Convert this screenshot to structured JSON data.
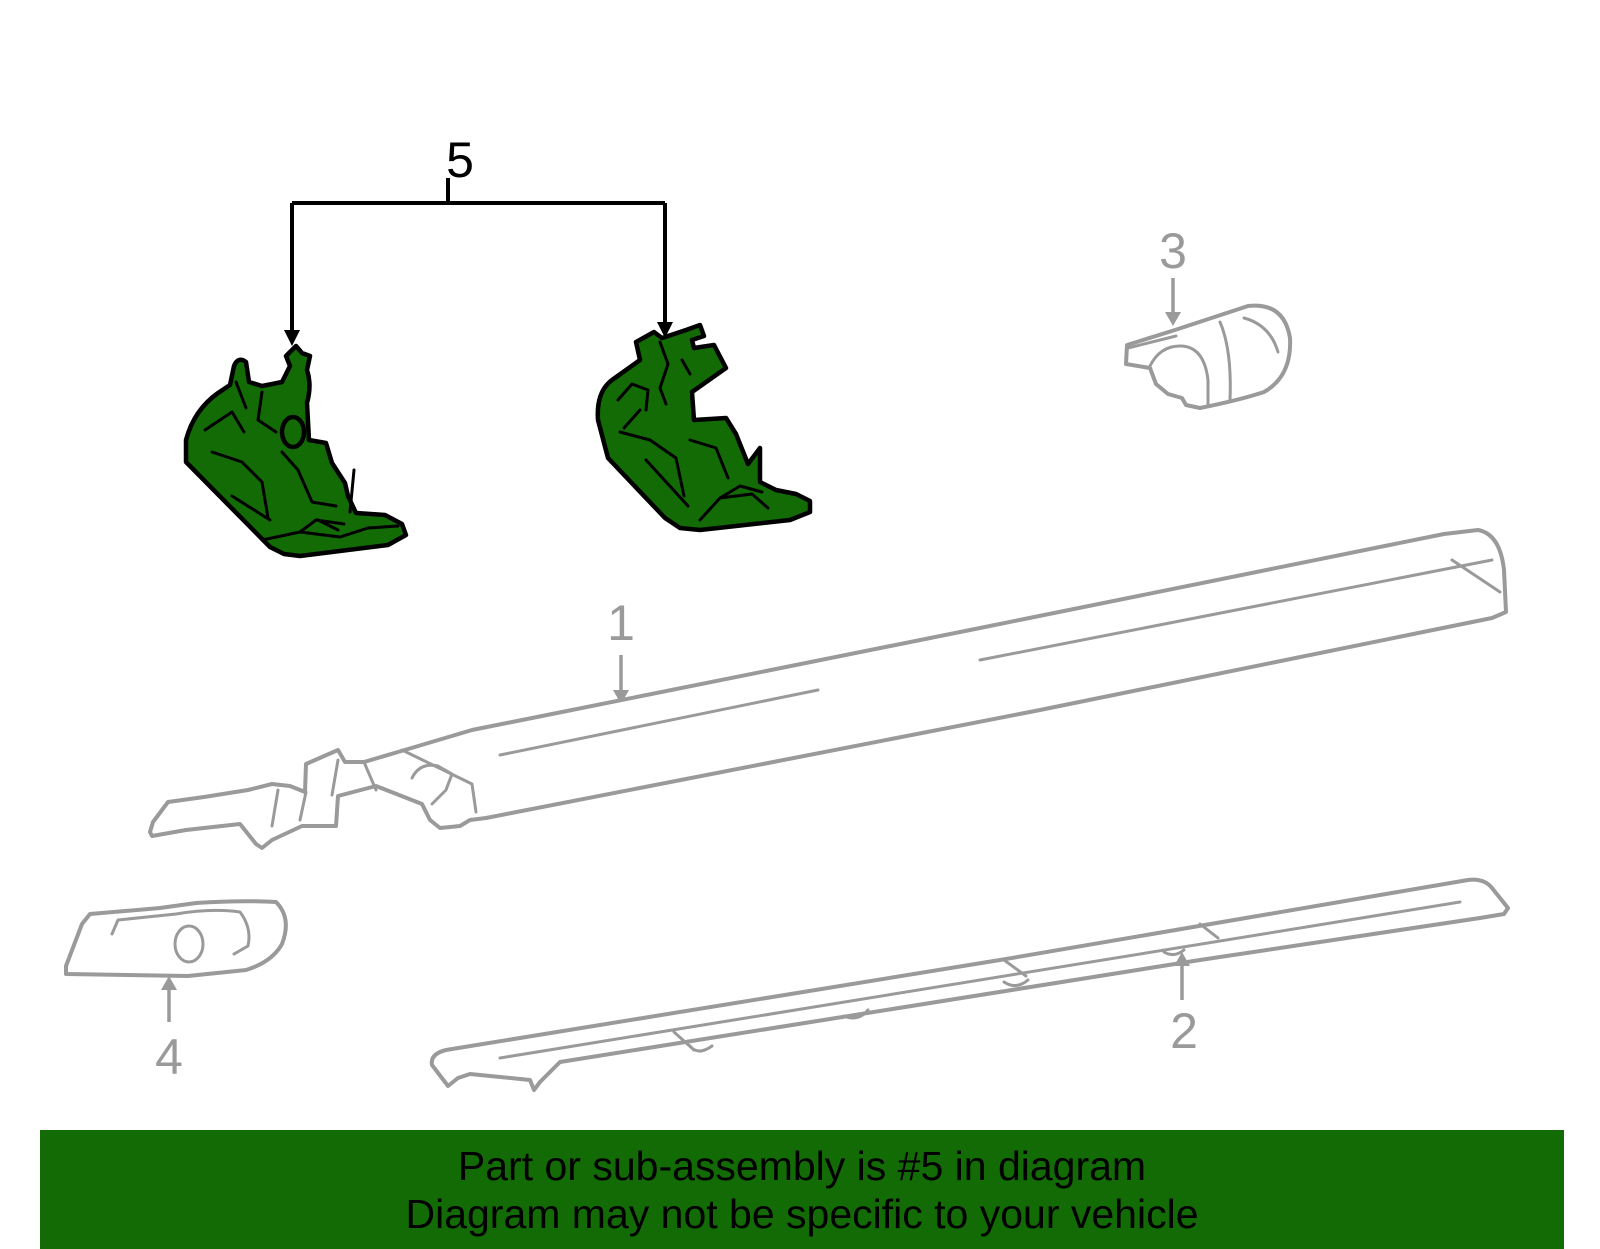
{
  "diagram": {
    "callouts": [
      {
        "id": "1",
        "label": "1",
        "highlighted": false
      },
      {
        "id": "2",
        "label": "2",
        "highlighted": false
      },
      {
        "id": "3",
        "label": "3",
        "highlighted": false
      },
      {
        "id": "4",
        "label": "4",
        "highlighted": false
      },
      {
        "id": "5",
        "label": "5",
        "highlighted": true
      }
    ]
  },
  "banner": {
    "line1": "Part or sub-assembly is #5 in diagram",
    "line2": "Diagram may not be specific to your vehicle"
  },
  "colors": {
    "highlight": "#126b04",
    "outline_dim": "#9a9a9a",
    "outline_active": "#000000",
    "background": "#ffffff"
  }
}
